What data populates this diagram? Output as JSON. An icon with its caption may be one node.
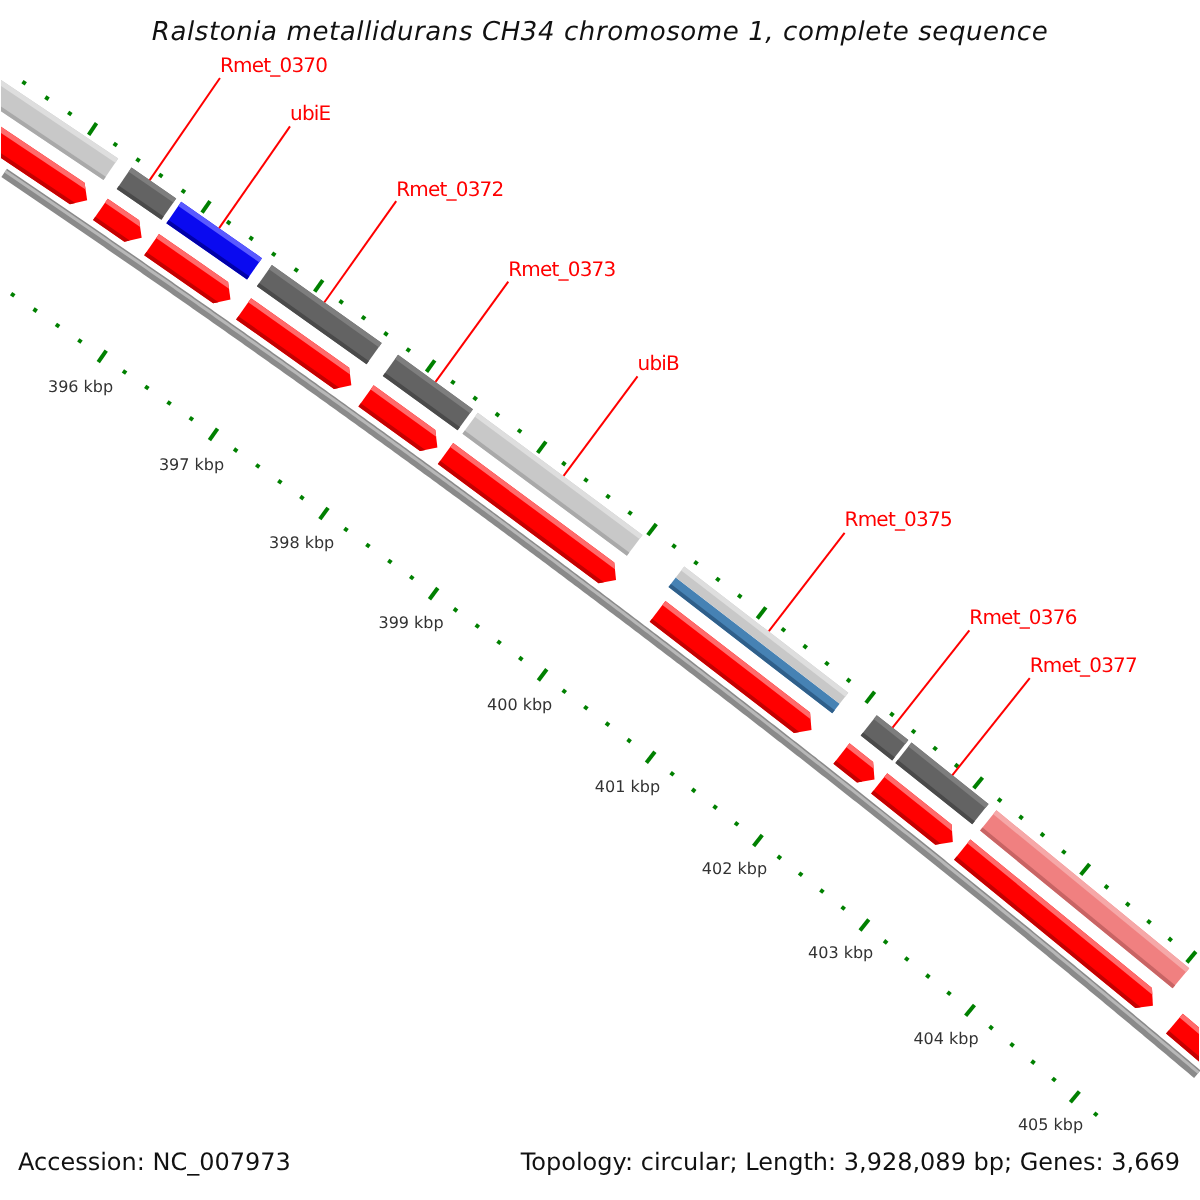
{
  "diagram": {
    "title": "Ralstonia metallidurans CH34 chromosome 1, complete sequence",
    "nodes": [
      {
        "text": [
          "Rmet_0370"
        ]
      },
      {
        "text": [
          "ubiE"
        ]
      },
      {
        "text": [
          "Rmet_0372"
        ]
      },
      {
        "text": [
          "Rmet_0373"
        ]
      },
      {
        "text": [
          "ubiB"
        ]
      },
      {
        "text": [
          "Rmet_0375"
        ]
      },
      {
        "text": [
          "Rmet_0376"
        ]
      },
      {
        "text": [
          "Rmet_0377"
        ]
      },
      {
        "text": [],
        "shape": "bar"
      },
      {
        "text": [],
        "shape": "bar"
      },
      {
        "text": [],
        "shape": "bar"
      },
      {
        "text": [],
        "shape": "bar"
      },
      {
        "text": [],
        "shape": "bar"
      },
      {
        "text": [],
        "shape": "bar"
      },
      {
        "text": [],
        "shape": "bar"
      },
      {
        "text": [],
        "shape": "bar"
      },
      {
        "text": [],
        "shape": "bar"
      },
      {
        "text": [],
        "shape": "bar"
      },
      {
        "text": [],
        "shape": "arrow"
      },
      {
        "text": [],
        "shape": "arrow"
      },
      {
        "text": [],
        "shape": "arrow"
      },
      {
        "text": [],
        "shape": "arrow"
      },
      {
        "text": [],
        "shape": "arrow"
      },
      {
        "text": [],
        "shape": "arrow"
      },
      {
        "text": [],
        "shape": "arrow"
      },
      {
        "text": [],
        "shape": "arrow"
      },
      {
        "text": [],
        "shape": "arrow"
      },
      {
        "text": [],
        "shape": "arrow"
      },
      {
        "text": [],
        "shape": "arrow"
      }
    ],
    "edges": [
      {
        "from": 0,
        "to": 9,
        "arrow": "none"
      },
      {
        "from": 1,
        "to": 10,
        "arrow": "none"
      },
      {
        "from": 2,
        "to": 11,
        "arrow": "none"
      },
      {
        "from": 3,
        "to": 12,
        "arrow": "none"
      },
      {
        "from": 4,
        "to": 13,
        "arrow": "none"
      },
      {
        "from": 5,
        "to": 14,
        "arrow": "none"
      },
      {
        "from": 6,
        "to": 15,
        "arrow": "none"
      },
      {
        "from": 7,
        "to": 16,
        "arrow": "none"
      }
    ],
    "labels": [
      "396 kbp",
      "397 kbp",
      "398 kbp",
      "399 kbp",
      "400 kbp",
      "401 kbp",
      "402 kbp",
      "403 kbp",
      "404 kbp",
      "405 kbp",
      "Accession: NC_007973",
      "Topology: circular; Length: 3,928,089 bp; Genes: 3,669"
    ]
  }
}
